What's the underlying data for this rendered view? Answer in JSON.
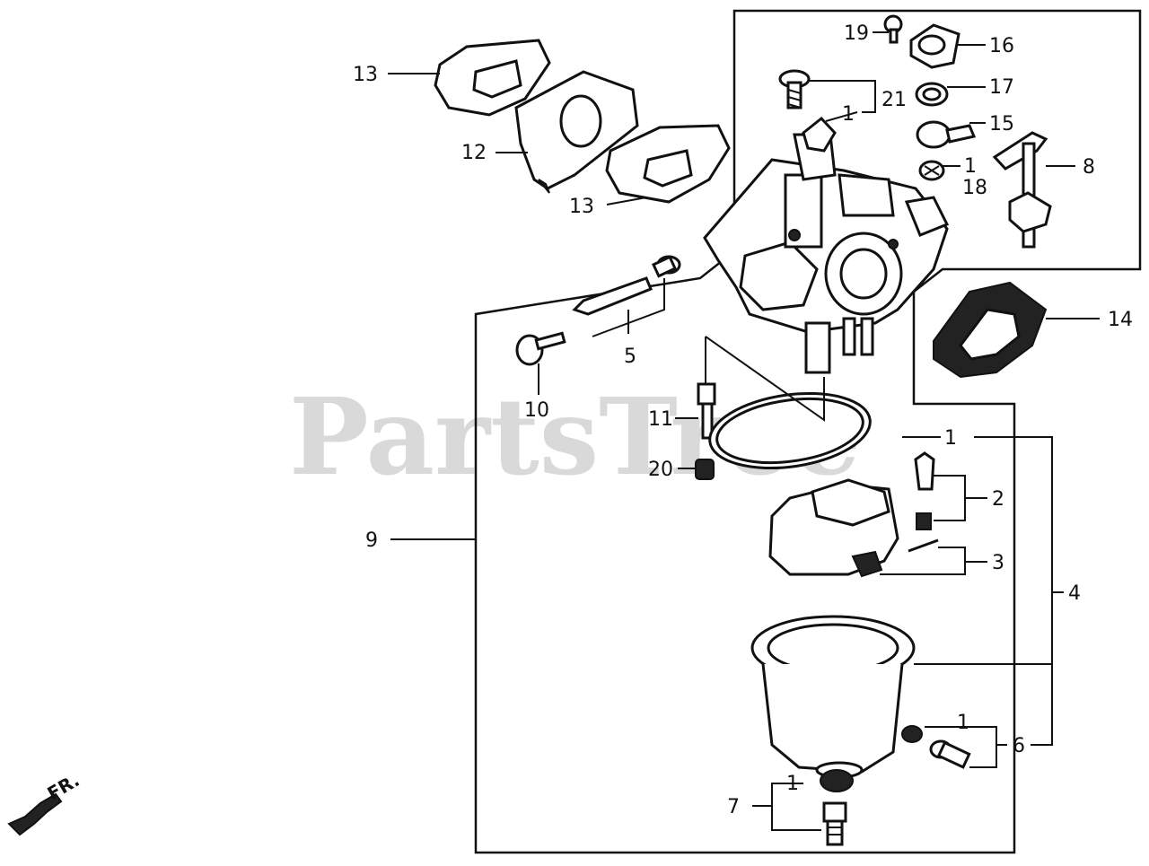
{
  "watermark": "PartsTree",
  "direction_label": "FR.",
  "callouts": {
    "c13a": "13",
    "c12": "12",
    "c13b": "13",
    "c19": "19",
    "c16": "16",
    "c17": "17",
    "c21": "21",
    "c1a": "1",
    "c15": "15",
    "c1b": "1",
    "c18": "18",
    "c8": "8",
    "c14": "14",
    "c5": "5",
    "c10": "10",
    "c11": "11",
    "c20": "20",
    "c9": "9",
    "c1c": "1",
    "c2": "2",
    "c3": "3",
    "c4": "4",
    "c1d": "1",
    "c6": "6",
    "c1e": "1",
    "c7": "7"
  }
}
